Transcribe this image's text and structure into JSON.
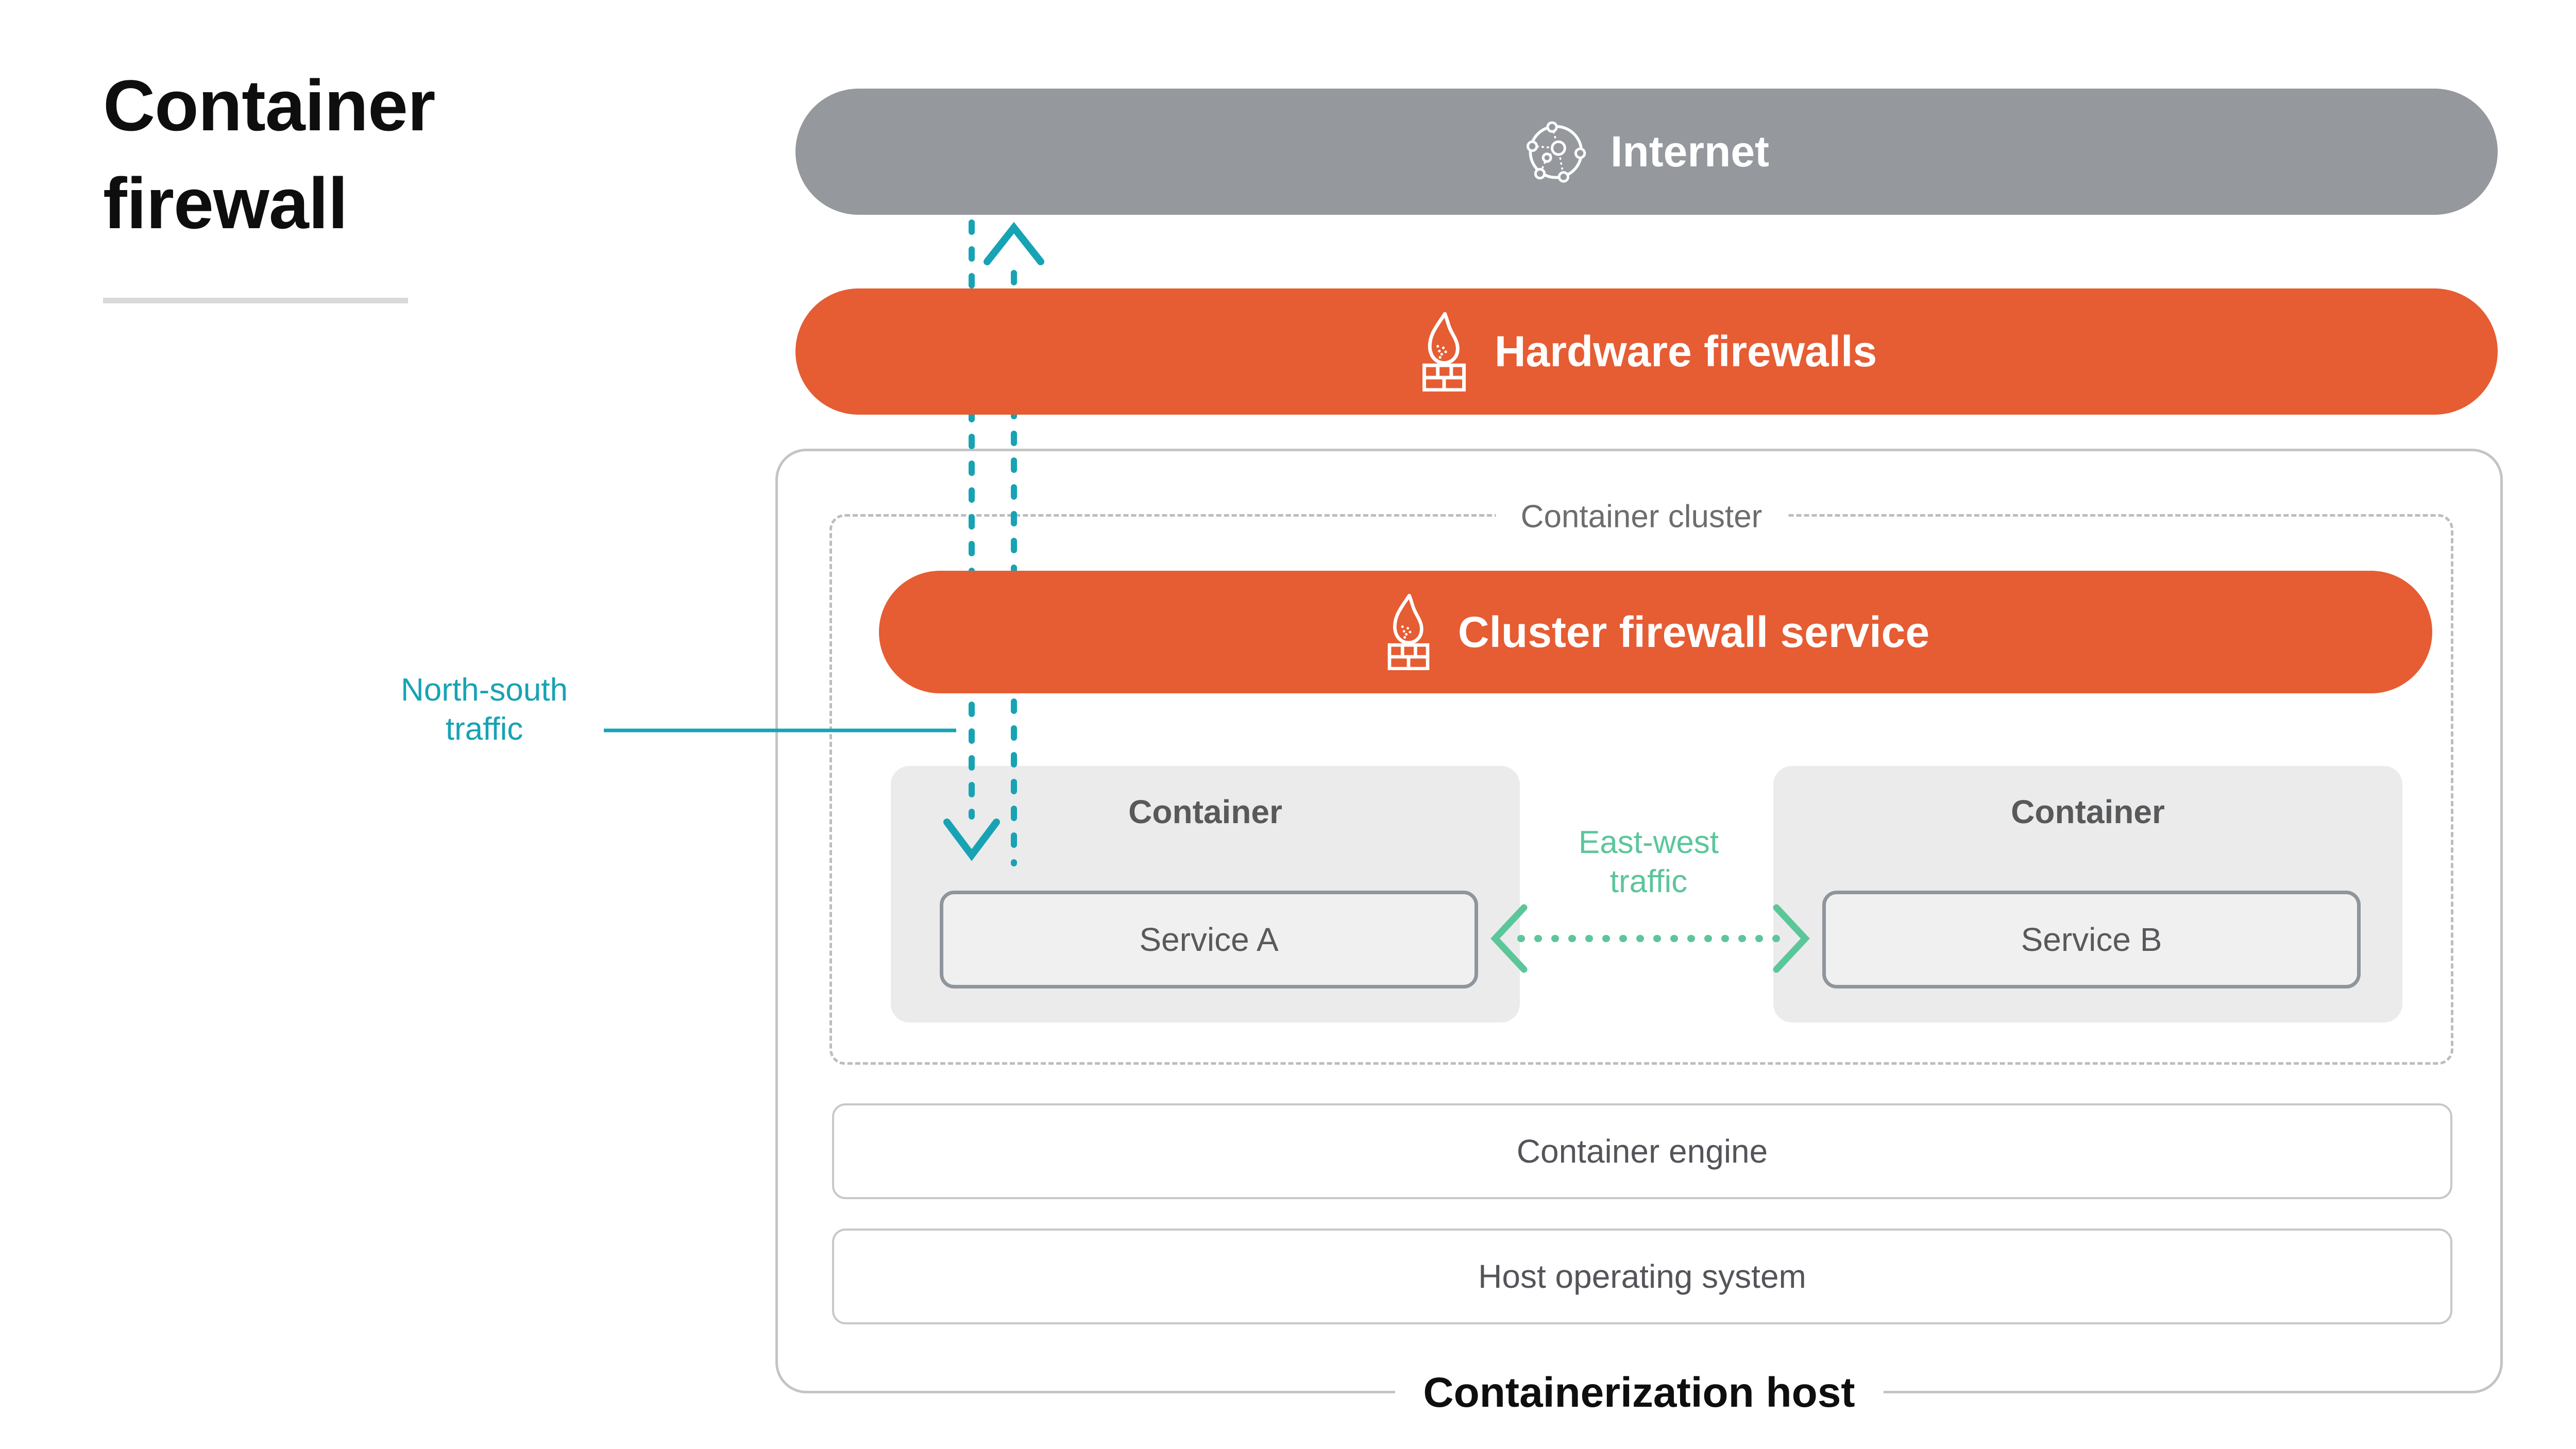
{
  "title": {
    "line1": "Container",
    "line2": "firewall"
  },
  "layers": {
    "internet": {
      "label": "Internet",
      "icon": "globe-network-icon",
      "color": "#95989d"
    },
    "hardware_firewalls": {
      "label": "Hardware firewalls",
      "icon": "firewall-flame-icon",
      "color": "#e65c33"
    },
    "cluster_firewall": {
      "label": "Cluster firewall service",
      "icon": "firewall-flame-icon",
      "color": "#e65c33"
    }
  },
  "cluster": {
    "label": "Container cluster"
  },
  "host": {
    "label": "Containerization host",
    "engine_label": "Container engine",
    "os_label": "Host operating system"
  },
  "containers": [
    {
      "title": "Container",
      "service": "Service A"
    },
    {
      "title": "Container",
      "service": "Service B"
    }
  ],
  "traffic": {
    "north_south": {
      "line1": "North-south",
      "line2": "traffic",
      "color": "#17a3b4"
    },
    "east_west": {
      "line1": "East-west",
      "line2": "traffic",
      "color": "#5cc69b"
    }
  }
}
